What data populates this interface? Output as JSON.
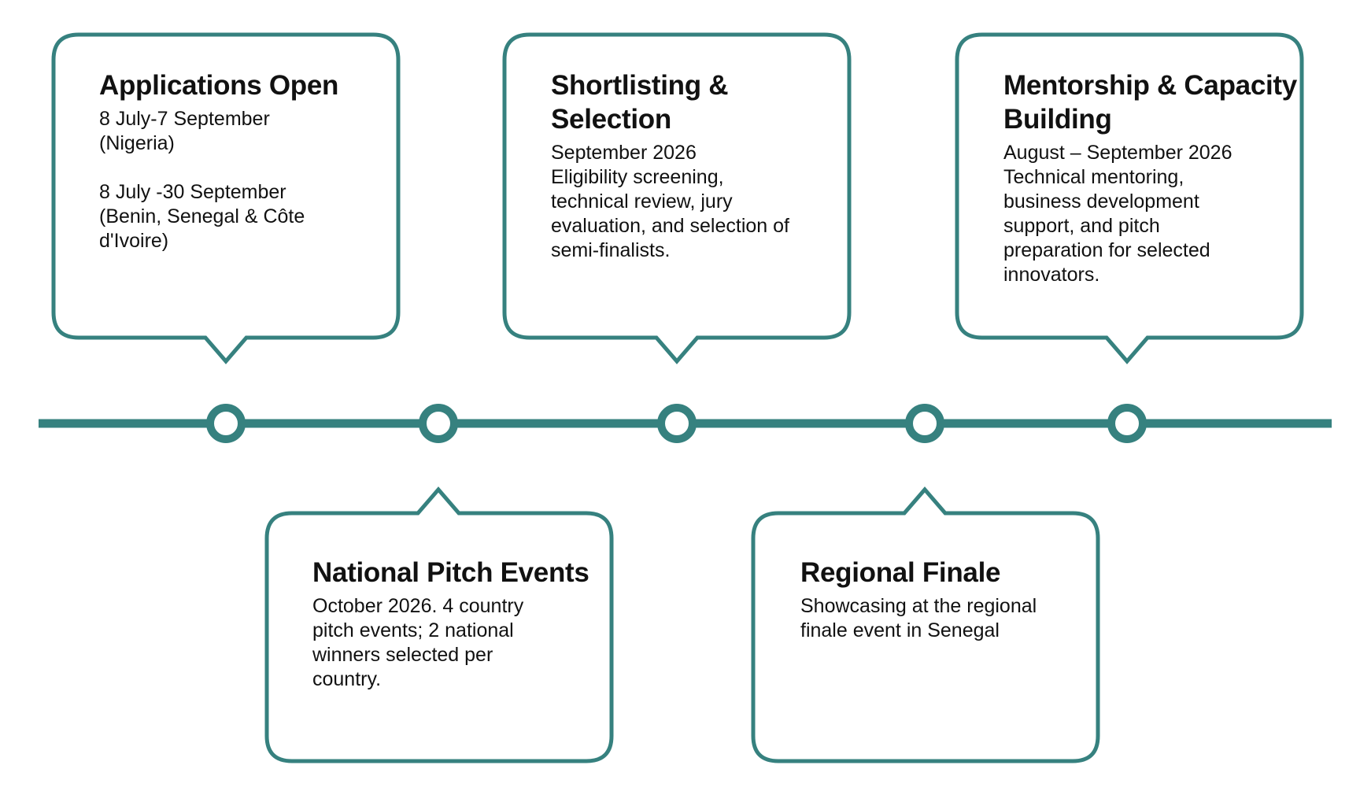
{
  "colors": {
    "accent": "#36817f",
    "background": "#ffffff",
    "text": "#111111"
  },
  "milestones": [
    {
      "id": "applications-open",
      "title": "Applications Open",
      "body": [
        "8 July-7 September\n(Nigeria)",
        "8 July -30 September\n(Benin, Senegal & Côte\nd'Ivoire)"
      ]
    },
    {
      "id": "national-pitch-events",
      "title": "National Pitch Events",
      "body": [
        "October 2026. 4 country\npitch events; 2 national\nwinners selected per\ncountry."
      ]
    },
    {
      "id": "shortlisting-selection",
      "title": "Shortlisting &\nSelection",
      "body": [
        "September 2026\nEligibility screening,\ntechnical review, jury\nevaluation, and selection of\nsemi-finalists."
      ]
    },
    {
      "id": "regional-finale",
      "title": "Regional Finale",
      "body": [
        "Showcasing at the regional\nfinale event in Senegal"
      ]
    },
    {
      "id": "mentorship-capacity-building",
      "title": "Mentorship &\nCapacity Building",
      "body": [
        "August – September 2026\nTechnical mentoring,\nbusiness development\nsupport, and pitch\npreparation for selected\ninnovators."
      ]
    }
  ]
}
